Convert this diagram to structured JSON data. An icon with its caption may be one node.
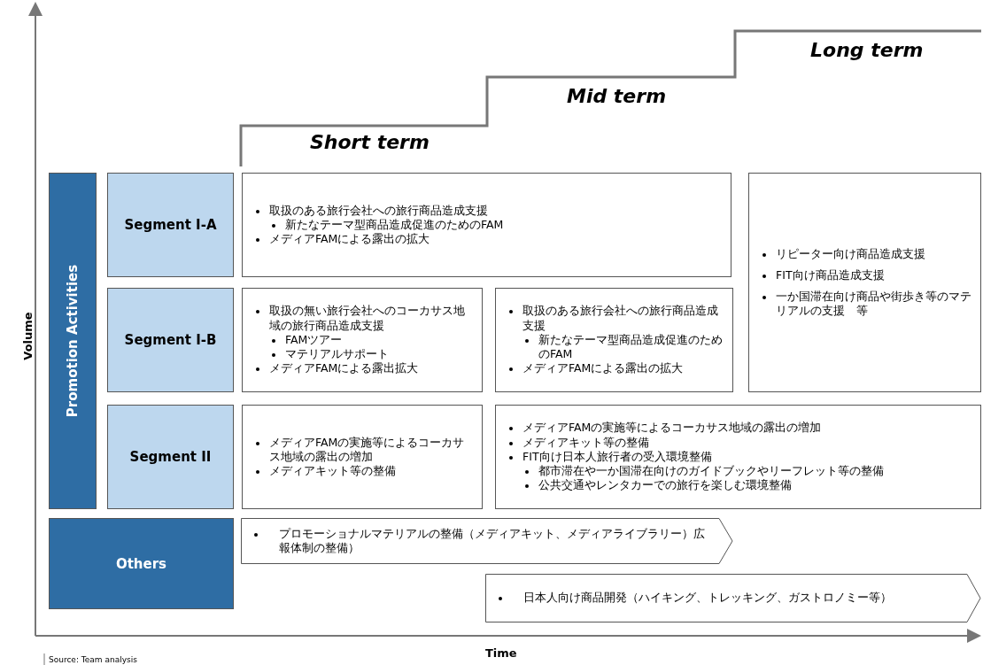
{
  "diagram": {
    "nodes": [
      {
        "text": [
          "Promotion Activities"
        ]
      },
      {
        "text": [
          "Segment I-A"
        ]
      },
      {
        "text": [
          "取扱のある旅行会社への旅行商品造成支援",
          "新たなテーマ型商品造成促進のためのFAM",
          "メディアFAMによる露出の拡大"
        ]
      },
      {
        "text": [
          "リピーター向け商品造成支援",
          "FIT向け商品造成支援",
          "一か国滞在向け商品や街歩き等のマテリアルの支援　等"
        ]
      },
      {
        "text": [
          "Segment I-B"
        ]
      },
      {
        "text": [
          "取扱の無い旅行会社へのコーカサス地域の旅行商品造成支援",
          "FAMツアー",
          "マテリアルサポート",
          "メディアFAMによる露出拡大"
        ]
      },
      {
        "text": [
          "取扱のある旅行会社への旅行商品造成支援",
          "新たなテーマ型商品造成促進のためのFAM",
          "メディアFAMによる露出の拡大"
        ]
      },
      {
        "text": [
          "Segment II"
        ]
      },
      {
        "text": [
          "メディアFAMの実施等によるコーカサス地域の露出の増加",
          "メディアキット等の整備"
        ]
      },
      {
        "text": [
          "メディアFAMの実施等によるコーカサス地域の露出の増加",
          "メディアキット等の整備",
          "FIT向け日本人旅行者の受入環境整備",
          "都市滞在や一か国滞在向けのガイドブックやリーフレット等の整備",
          "公共交通やレンタカーでの旅行を楽しむ環境整備"
        ]
      },
      {
        "text": [
          "Others"
        ]
      },
      {
        "text": [
          "プロモーショナルマテリアルの整備（メディアキット、メディアライブラリー）広報体制の整備）"
        ]
      },
      {
        "text": [
          "日本人向け商品開発（ハイキング、トレッキング、ガストロノミー等）"
        ]
      }
    ],
    "labels": [
      "Long term",
      "Mid term",
      "Short term",
      "Volume",
      "Time",
      "Source: Team analysis"
    ]
  }
}
